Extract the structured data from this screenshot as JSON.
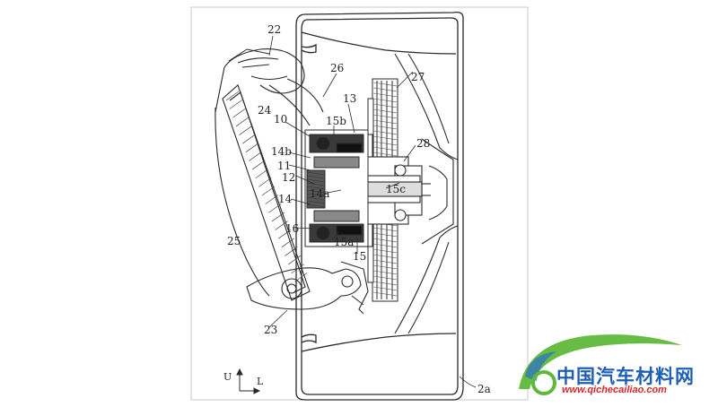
{
  "labels": {
    "l22": "22",
    "l26": "26",
    "l27": "27",
    "l13": "13",
    "l24": "24",
    "l10": "10",
    "l15b": "15b",
    "l14b": "14b",
    "l28": "28",
    "l11": "11",
    "l12": "12",
    "l14a": "14a",
    "l15c": "15c",
    "l14": "14",
    "l16": "16",
    "l15a": "15a",
    "l15": "15",
    "l25": "25",
    "l23": "23",
    "l2a": "2a"
  },
  "axes": {
    "up": "U",
    "left": "L"
  },
  "watermark": {
    "title": "中国汽车材料网",
    "url": "www.qichecailiao.com",
    "colors": {
      "green": "#5fb83a",
      "blue": "#1f5fb5",
      "red": "#d12a2a"
    }
  },
  "colors": {
    "ink": "#2a2a2a",
    "background": "#ffffff",
    "frame": "#bfbfbf"
  }
}
